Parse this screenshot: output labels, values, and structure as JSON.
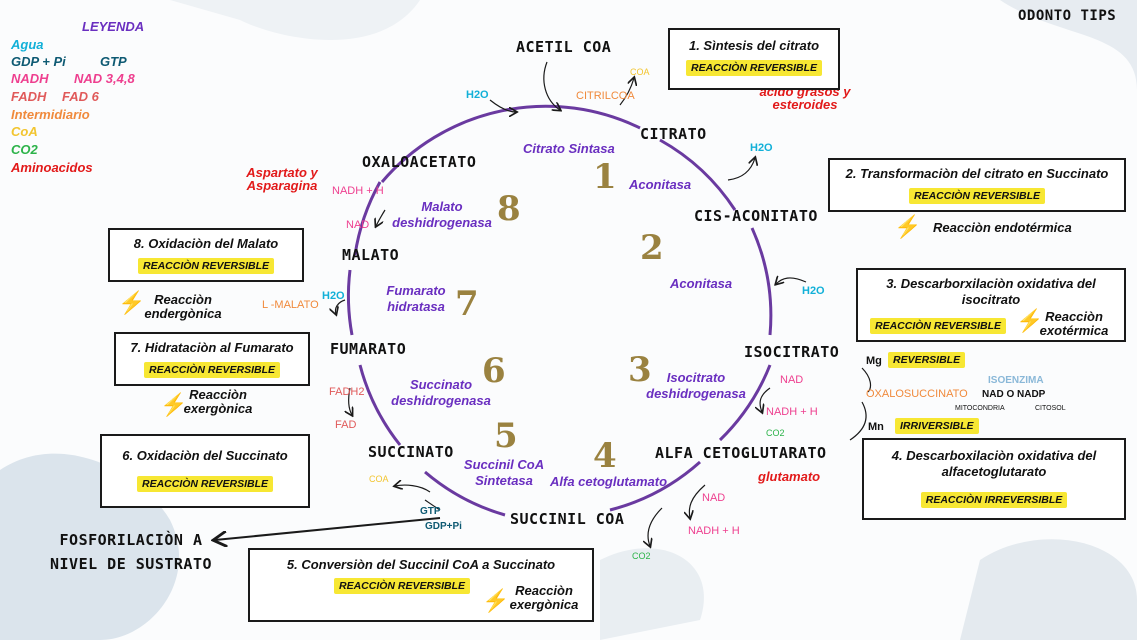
{
  "brand": "ODONTO TIPS",
  "legend": {
    "title": "LEYENDA",
    "items": [
      {
        "label": "Agua",
        "color": "#12b0d8"
      },
      {
        "label": "GDP + Pi",
        "color": "#0e5a73"
      },
      {
        "label": "GTP",
        "color": "#0e5a73"
      },
      {
        "label": "NADH",
        "color": "#ee3f8f"
      },
      {
        "label": "NAD 3,4,8",
        "color": "#ee3f8f"
      },
      {
        "label": "FADH",
        "color": "#e05a5a"
      },
      {
        "label": "FAD 6",
        "color": "#e05a5a"
      },
      {
        "label": "Intermidiario",
        "color": "#f08a3c"
      },
      {
        "label": "CoA",
        "color": "#f2c530"
      },
      {
        "label": "CO2",
        "color": "#2db34a"
      },
      {
        "label": "Aminoacidos",
        "color": "#e21a1a"
      }
    ]
  },
  "colors": {
    "cycle": "#6a3aa0",
    "enzyme": "#6a2fc0",
    "number": "#9a8240",
    "highlight": "#f7e733",
    "bolt": "#f2c21a"
  },
  "metabolites": {
    "acetil_coa": "ACETIL COA",
    "citrato": "CITRATO",
    "cis_aconitato": "CIS-ACONITATO",
    "isocitrato": "ISOCITRATO",
    "alfa_cetoglutarato": "ALFA CETOGLUTARATO",
    "succinil_coa": "SUCCINIL COA",
    "succinato": "SUCCINATO",
    "fumarato": "FUMARATO",
    "malato": "MALATO",
    "oxaloacetato": "OXALOACETATO"
  },
  "enzymes": {
    "citrato_sintasa": "Citrato Sintasa",
    "aconitasa_1": "Aconitasa",
    "aconitasa_2": "Aconitasa",
    "isocitrato_dh": "Isocitrato deshidrogenasa",
    "alfa_cetoglutamato": "Alfa cetoglutamato",
    "succinil_coa_sintetasa": "Succinil CoA Sintetasa",
    "succinato_dh": "Succinato deshidrogenasa",
    "fumarato_hidratasa": "Fumarato hidratasa",
    "malato_dh": "Malato deshidrogenasa"
  },
  "step_numbers": [
    "1",
    "2",
    "3",
    "4",
    "5",
    "6",
    "7",
    "8"
  ],
  "molecules": {
    "h2o_1": "H2O",
    "citrilcoa": "CITRILCOA",
    "coa_1": "COA",
    "h2o_2": "H2O",
    "h2o_3": "H2O",
    "nad_3": "NAD",
    "nadh_3": "NADH + H",
    "co2_3": "CO2",
    "oxalosuccinato": "OXALOSUCCINATO",
    "nad_4": "NAD",
    "nadh_4": "NADH + H",
    "co2_4": "CO2",
    "gtp": "GTP",
    "gdp_pi": "GDP+Pi",
    "coa_5": "COA",
    "fadh2": "FADH2",
    "fad": "FAD",
    "h2o_7": "H2O",
    "l_malato": "L -MALATO",
    "nadh_8": "NADH + H",
    "nad_8": "NAD"
  },
  "notes": {
    "acidos_grasos": "àcido grasos y esteroides",
    "aspartato": "Aspartato y Asparagina",
    "glutamato": "glutamato",
    "fosforilacion": "FOSFORILACIÒN A NIVEL DE SUSTRATO",
    "mg": "Mg",
    "mn": "Mn",
    "reversible_tag": "REVERSIBLE",
    "irreversible_tag": "IRRIVERSIBLE",
    "isoenzima": "ISOENZIMA",
    "nad_o_nadp": "NAD O NADP",
    "mitocondria": "MITOCONDRIA",
    "citosol": "CITOSOL"
  },
  "boxes": {
    "b1": {
      "title": "1. Sìntesis del citrato",
      "tag": "REACCIÒN REVERSIBLE"
    },
    "b2": {
      "title": "2. Transformaciòn del citrato en Succinato",
      "tag": "REACCIÒN REVERSIBLE",
      "reaction": "Reacciòn endotérmica"
    },
    "b3": {
      "title": "3. Descarborxilaciòn oxidativa del isocitrato",
      "tag": "REACCIÒN REVERSIBLE",
      "reaction": "Reacciòn exotérmica"
    },
    "b4": {
      "title": "4. Descarboxilaciòn oxidativa del alfacetoglutarato",
      "tag": "REACCIÒN IRREVERSIBLE"
    },
    "b5": {
      "title": "5. Conversiòn del Succinil CoA a Succinato",
      "tag": "REACCIÒN REVERSIBLE",
      "reaction": "Reacciòn exergònica"
    },
    "b6": {
      "title": "6. Oxidaciòn del Succinato",
      "tag": "REACCIÒN REVERSIBLE"
    },
    "b7": {
      "title": "7. Hidrataciòn al Fumarato",
      "tag": "REACCIÒN REVERSIBLE",
      "reaction": "Reacciòn exergònica"
    },
    "b8": {
      "title": "8. Oxidaciòn del Malato",
      "tag": "REACCIÒN REVERSIBLE",
      "reaction": "Reacciòn endergònica"
    }
  }
}
